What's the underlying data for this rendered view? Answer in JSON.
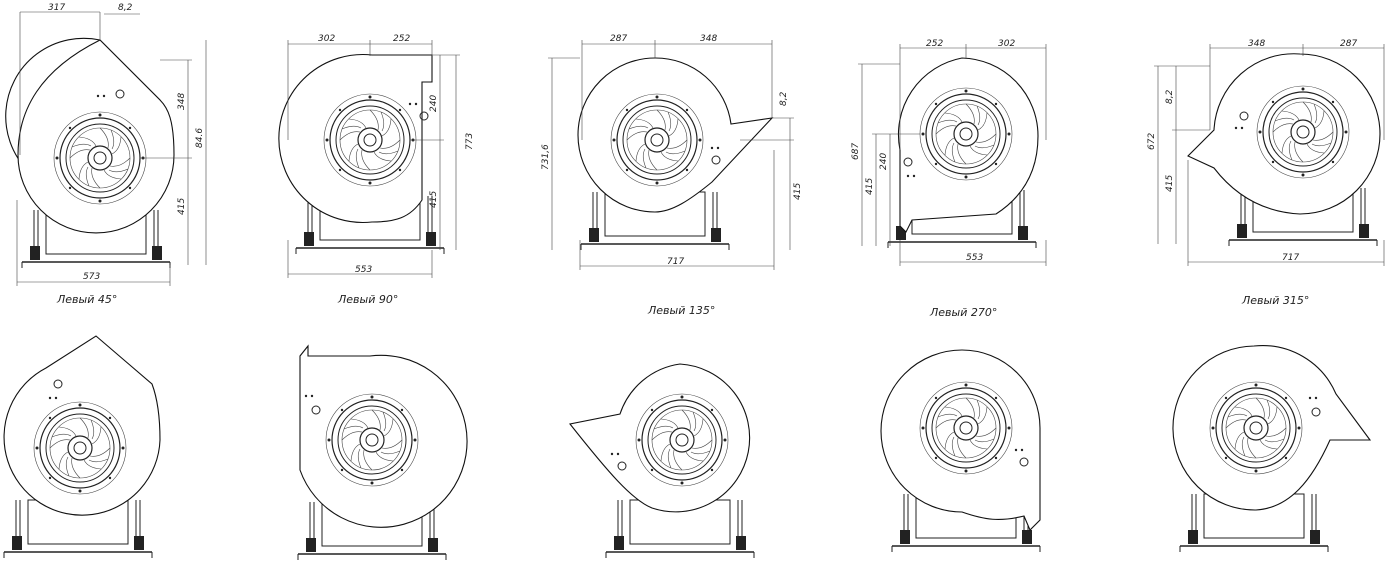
{
  "views": [
    {
      "label": "Левый 45°",
      "dims": {
        "top_left": "317",
        "top_right": "8,2",
        "right_a": "348",
        "right_b": "415",
        "right_total": "84.6",
        "bottom": "573"
      }
    },
    {
      "label": "Левый 90°",
      "dims": {
        "top_left": "302",
        "top_right": "252",
        "right_a": "240",
        "right_b": "415",
        "right_total": "773",
        "bottom": "553"
      }
    },
    {
      "label": "Левый 135°",
      "dims": {
        "top_left": "287",
        "top_right": "348",
        "right_a": "8,2",
        "right_b": "415",
        "left_total": "731,6",
        "bottom": "717"
      }
    },
    {
      "label": "Левый 270°",
      "dims": {
        "top_left": "252",
        "top_right": "302",
        "left_a": "240",
        "left_b": "415",
        "left_total": "687",
        "bottom": "553"
      }
    },
    {
      "label": "Левый 315°",
      "dims": {
        "top_left": "348",
        "top_right": "287",
        "left_a": "8,2",
        "left_b": "415",
        "left_total": "672",
        "bottom": "717"
      }
    }
  ]
}
